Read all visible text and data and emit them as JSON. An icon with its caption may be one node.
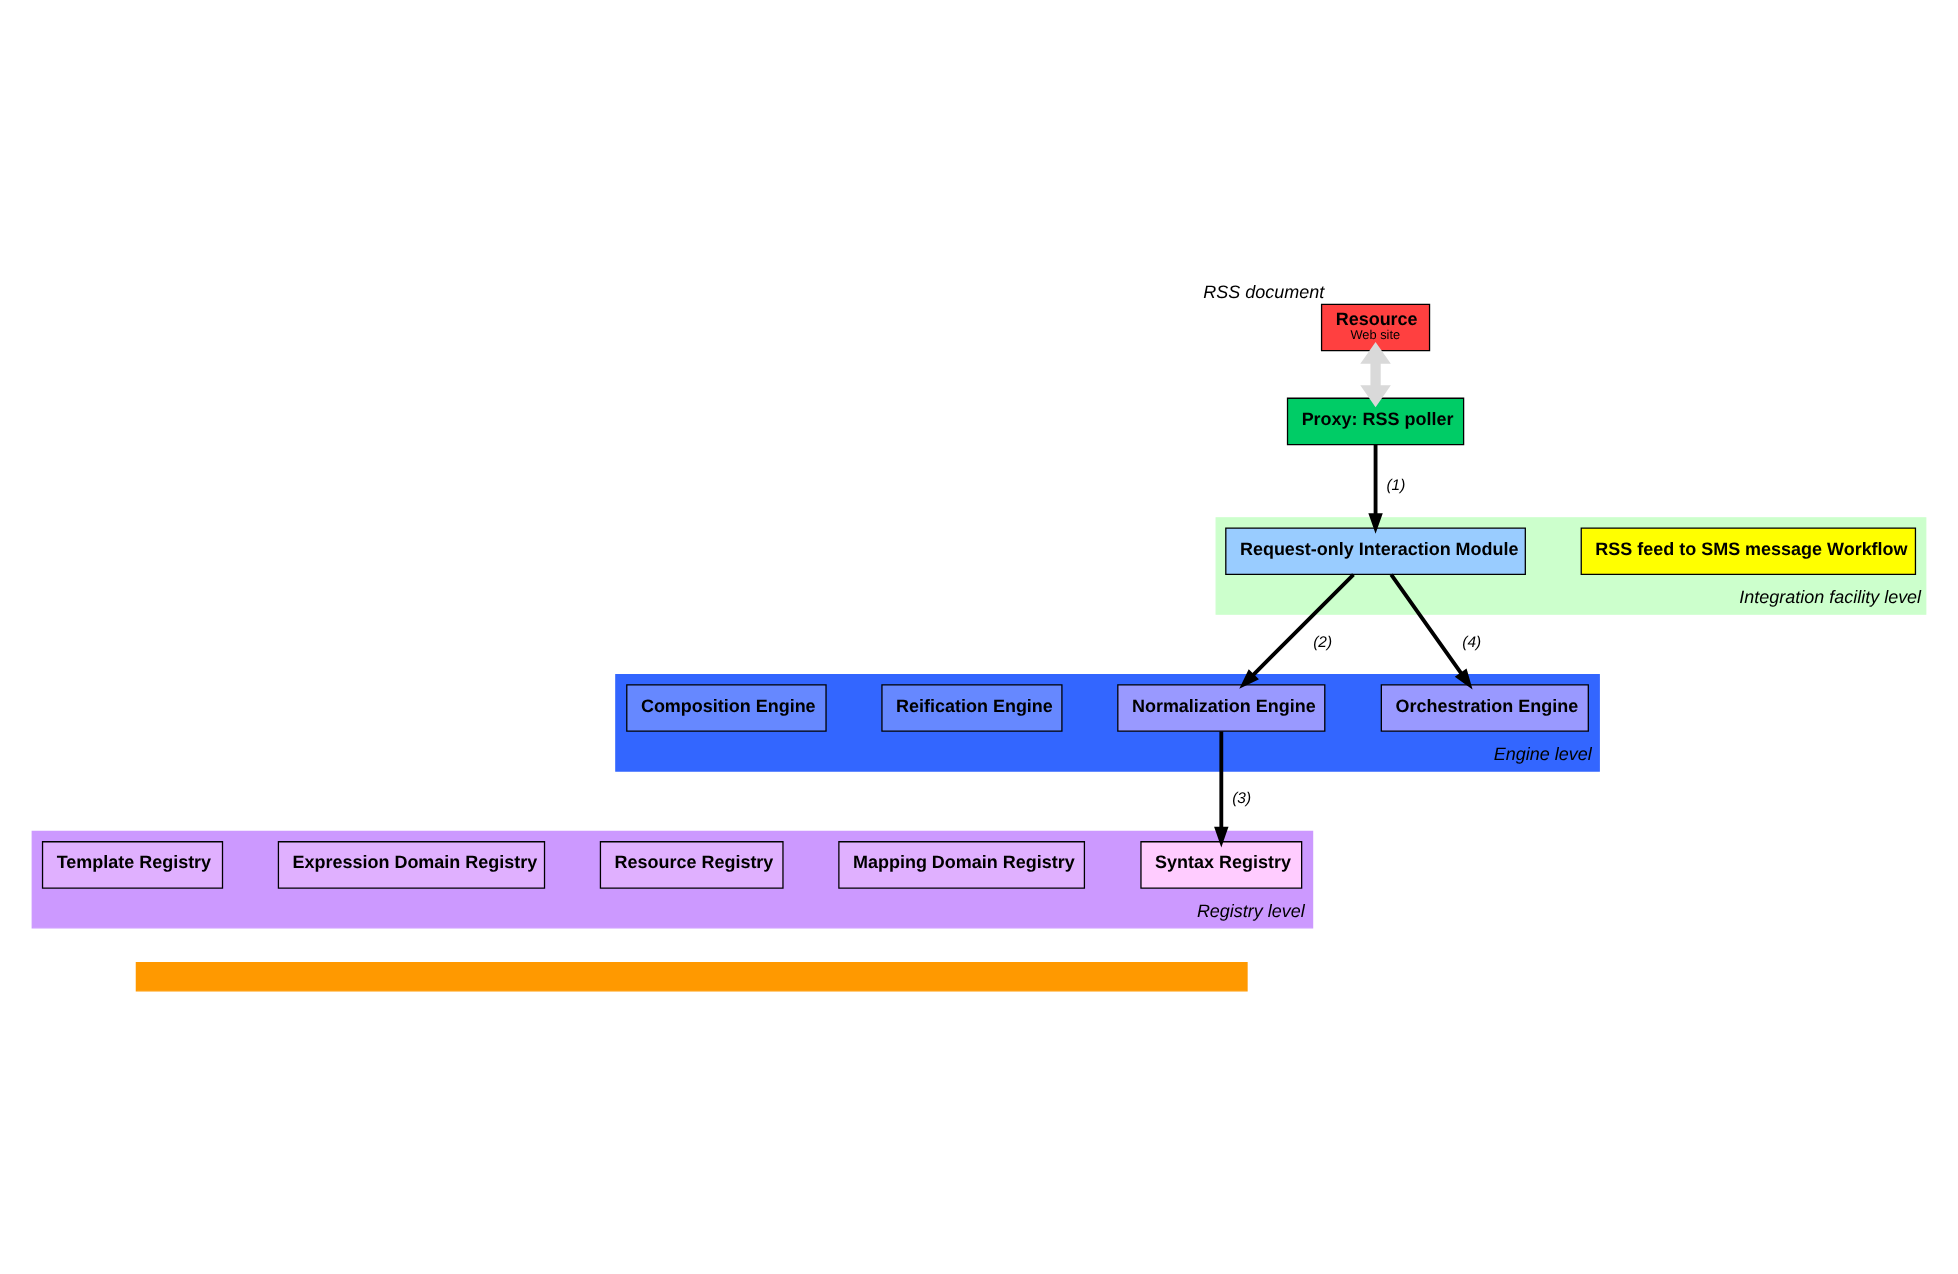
{
  "diagram": {
    "nodes": [
      {
        "text": [
          "Resource",
          "Web site"
        ],
        "beside": [
          "RSS document"
        ]
      },
      {
        "text": [
          "Proxy: RSS poller"
        ]
      },
      {
        "text": [
          "Integration facility level"
        ]
      },
      {
        "text": [
          "Request-only Interaction Module"
        ],
        "in": 2
      },
      {
        "text": [
          "RSS feed to SMS message Workflow"
        ],
        "in": 2
      },
      {
        "text": [
          "Engine level"
        ]
      },
      {
        "text": [
          "Composition Engine"
        ],
        "in": 5
      },
      {
        "text": [
          "Reification Engine"
        ],
        "in": 5
      },
      {
        "text": [
          "Normalization Engine"
        ],
        "in": 5
      },
      {
        "text": [
          "Orchestration Engine"
        ],
        "in": 5
      },
      {
        "text": [
          "Registry level"
        ]
      },
      {
        "text": [
          "Template Registry"
        ],
        "in": 10
      },
      {
        "text": [
          "Expression Domain Registry"
        ],
        "in": 10
      },
      {
        "text": [
          "Resource Registry"
        ],
        "in": 10
      },
      {
        "text": [
          "Mapping Domain Registry"
        ],
        "in": 10
      },
      {
        "text": [
          "Syntax Registry"
        ],
        "in": 10
      },
      {
        "text": [],
        "shape": "bar"
      }
    ],
    "edges": [
      {
        "from": 0,
        "to": 1,
        "arrow": "both",
        "style": "thick",
        "color": "#d9d9d9"
      },
      {
        "from": 1,
        "to": 3,
        "arrow": "to",
        "label": "(1)"
      },
      {
        "from": 3,
        "to": 8,
        "arrow": "to",
        "label": "(2)"
      },
      {
        "from": 8,
        "to": 15,
        "arrow": "to",
        "label": "(3)"
      },
      {
        "from": 3,
        "to": 9,
        "arrow": "to",
        "label": "(4)"
      }
    ]
  }
}
